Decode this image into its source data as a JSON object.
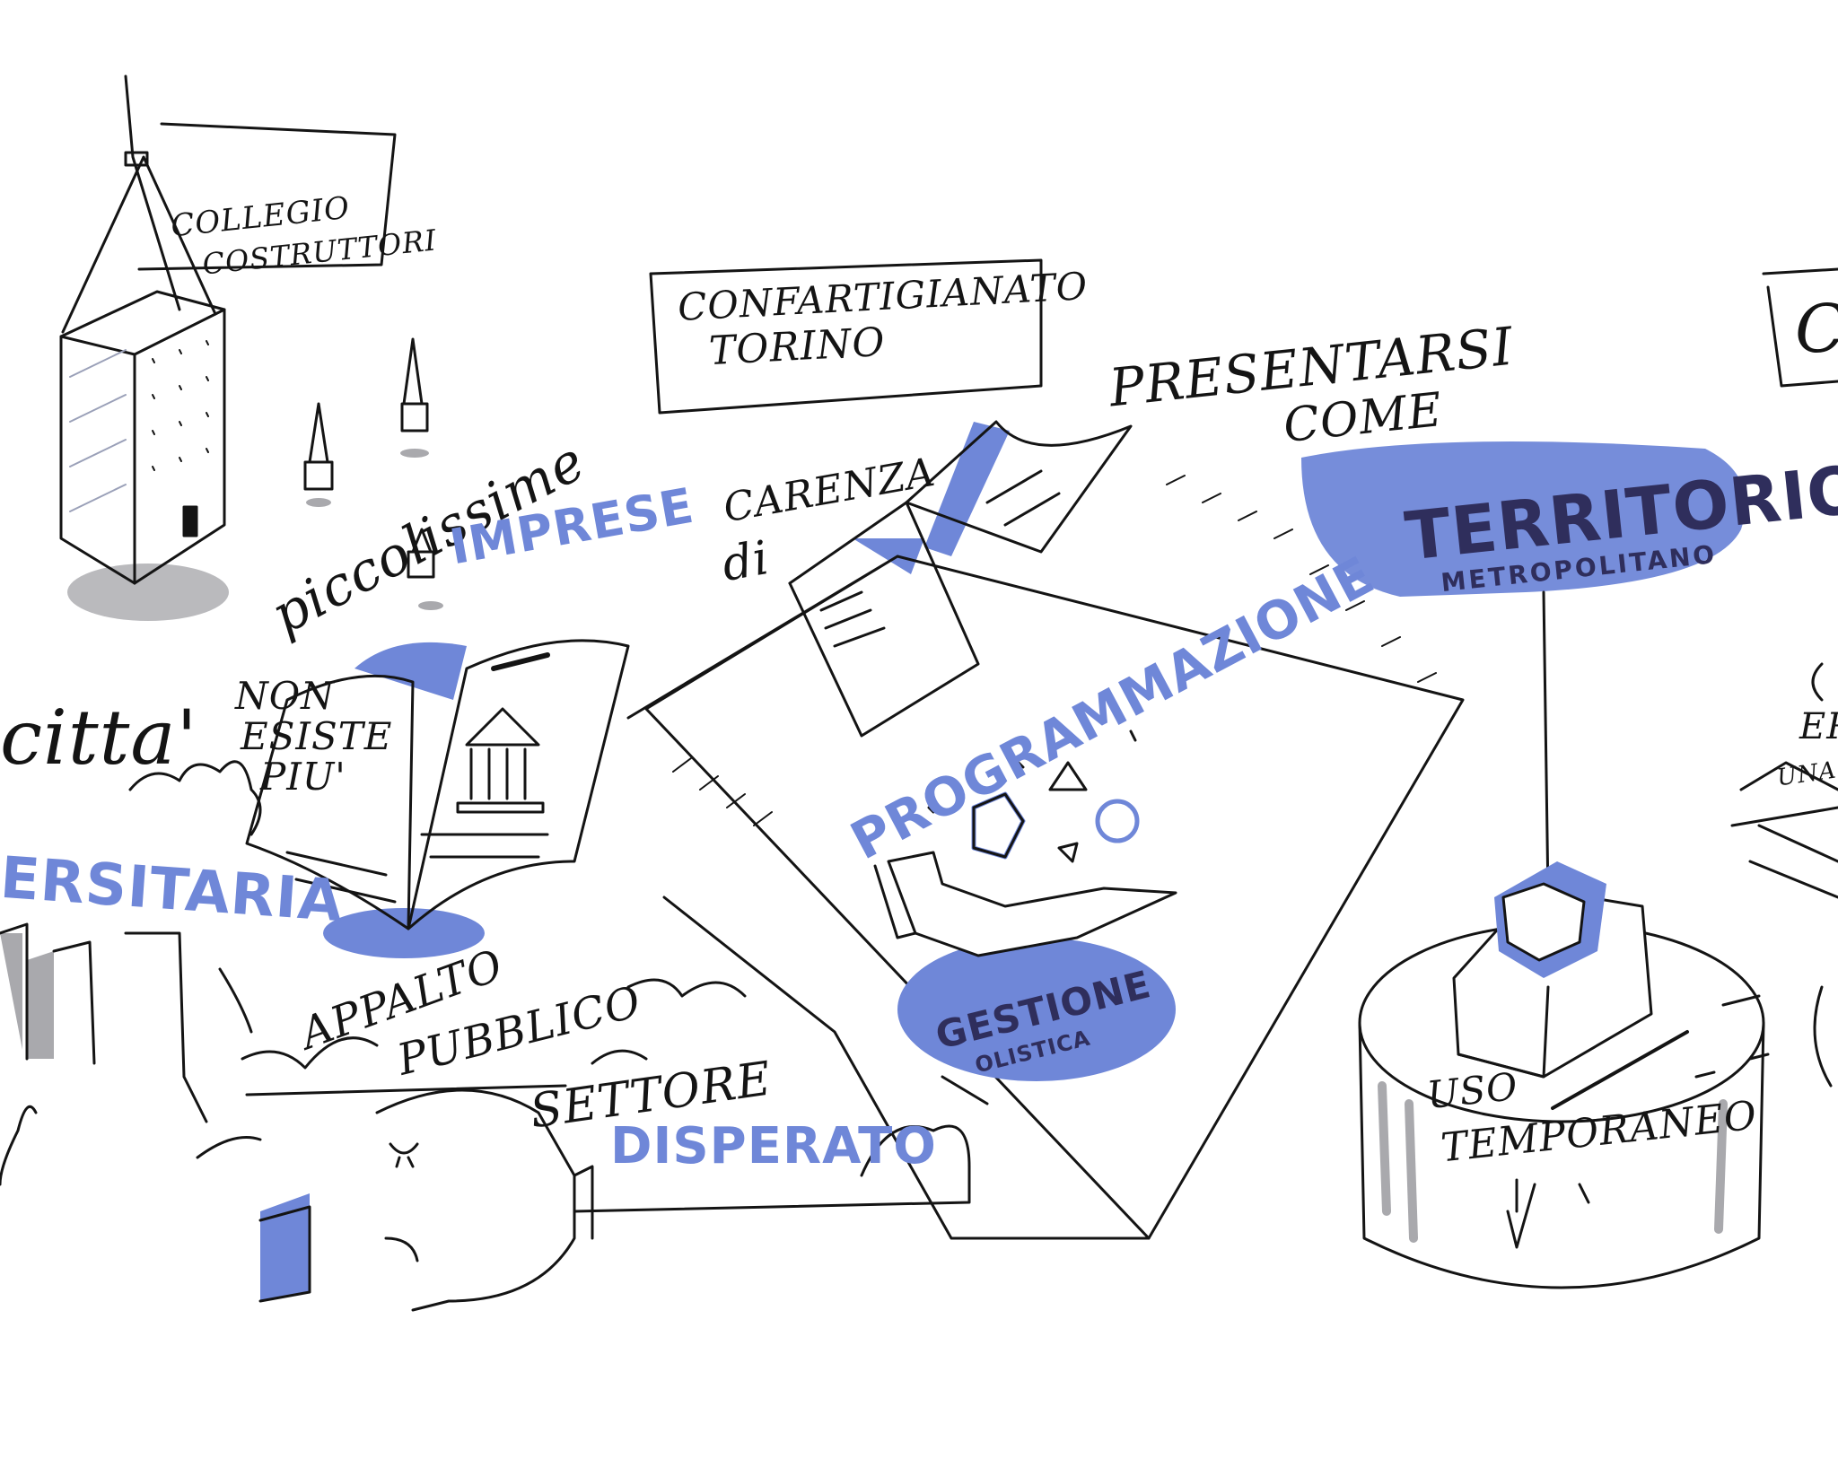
{
  "colors": {
    "ink": "#141414",
    "accent": "#6f87d8",
    "accent_dark": "#5a6fc2",
    "grey": "#a9a9ad",
    "territory_text": "#2f2e5c"
  },
  "labels": {
    "collegio": "COLLEGIO",
    "costruttori": "COSTRUTTORI",
    "confartigianato": "CONFARTIGIANATO",
    "torino": "TORINO",
    "presentarsi": "PRESENTARSI",
    "come": "COME",
    "carenza": "CARENZA",
    "di": "di",
    "piccolissime": "piccolissime",
    "imprese": "IMPRESE",
    "territorio": "TERRITORIO",
    "metropolitano": "METROPOLITANO",
    "programmazione": "PROGRAMMAZIONE",
    "non": "NON",
    "esiste": "ESISTE",
    "piu": "PIU'",
    "appalto": "APPALTO",
    "pubblico": "PUBBLICO",
    "settore": "SETTORE",
    "disperato": "DISPERATO",
    "gestione": "GESTIONE",
    "olistica": "OLISTICA",
    "uso": "USO",
    "temporaneo": "TEMPORANEO",
    "citta": "citta'",
    "ersitaria": "ERSITARIA",
    "c_right": "C",
    "er": "ER",
    "una": "UNA"
  },
  "icons": [
    "tower-icon",
    "small-tower-icon",
    "book-icon",
    "bank-building-icon",
    "blueprint-sheet-icon",
    "hand-icon",
    "crystals-icon",
    "clock-pedestal-icon",
    "cube-icon",
    "city-skyline-icon",
    "cloud-icon",
    "sleeping-face-icon"
  ]
}
